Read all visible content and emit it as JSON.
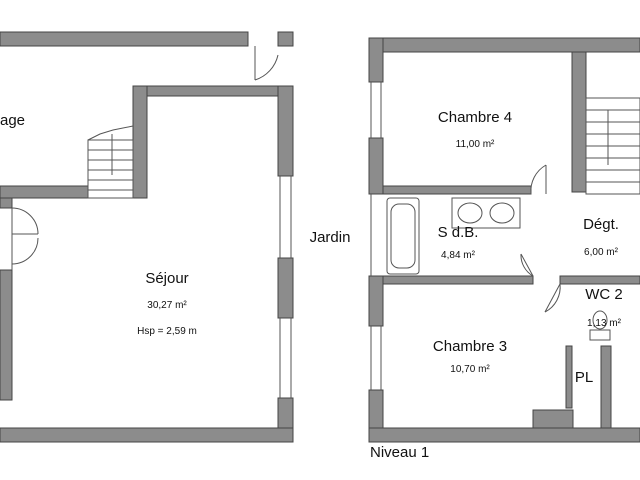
{
  "rooms": {
    "garage": {
      "name": "age"
    },
    "sejour": {
      "name": "Séjour",
      "area": "30,27 m²",
      "hsp": "Hsp = 2,59 m"
    },
    "chambre4": {
      "name": "Chambre 4",
      "area": "11,00 m²"
    },
    "sdb": {
      "name": "S d.B.",
      "area": "4,84 m²"
    },
    "degt": {
      "name": "Dégt.",
      "area": "6,00 m²"
    },
    "wc2": {
      "name": "WC 2",
      "area": "1,13 m²"
    },
    "chambre3": {
      "name": "Chambre 3",
      "area": "10,70 m²"
    },
    "pl": {
      "name": "PL"
    }
  },
  "labels": {
    "jardin": "Jardin",
    "niveau": "Niveau 1"
  },
  "colors": {
    "wall": "#8c8c8c",
    "background": "#ffffff"
  }
}
